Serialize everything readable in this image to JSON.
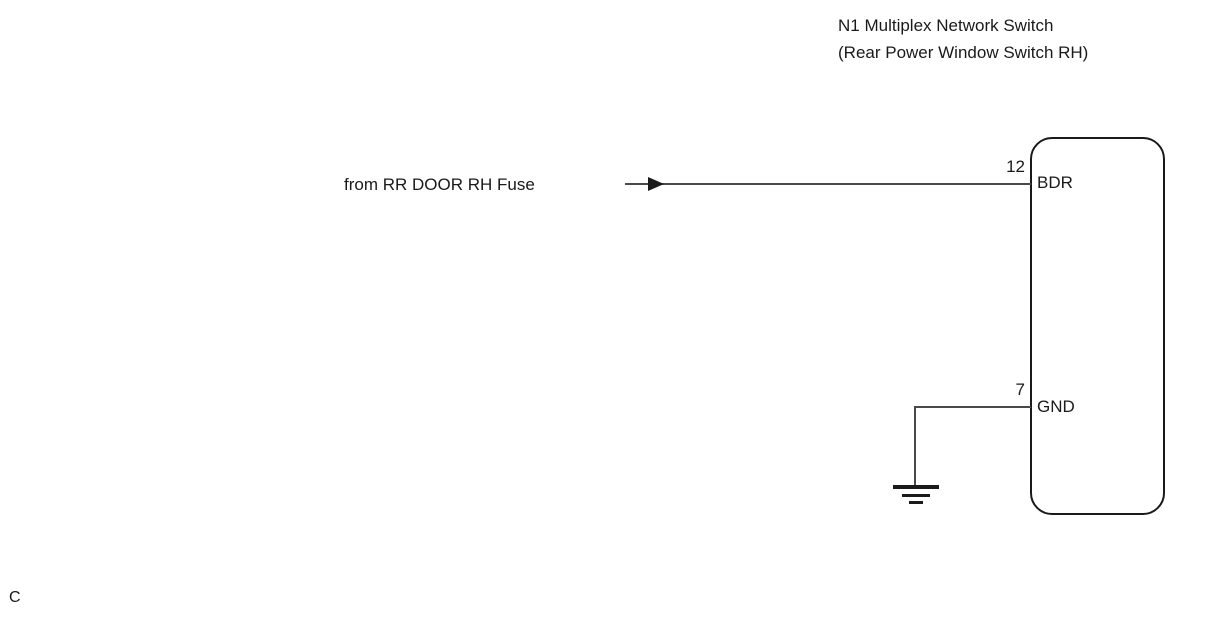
{
  "diagram": {
    "component": {
      "title_line_1": "N1 Multiplex Network Switch",
      "title_line_2": "(Rear Power Window Switch RH)"
    },
    "connector": {
      "terminals": [
        {
          "pin": "12",
          "name": "BDR"
        },
        {
          "pin": "7",
          "name": "GND"
        }
      ]
    },
    "source": {
      "label": "from RR DOOR RH Fuse",
      "arrow_icon": "arrow-right-icon"
    },
    "ground": {
      "icon": "ground-symbol-icon"
    },
    "page_marker": "C",
    "colors": {
      "wire": "#4a4a4a",
      "outline": "#1a1a1a",
      "text": "#1a1a1a",
      "background": "#ffffff"
    }
  }
}
